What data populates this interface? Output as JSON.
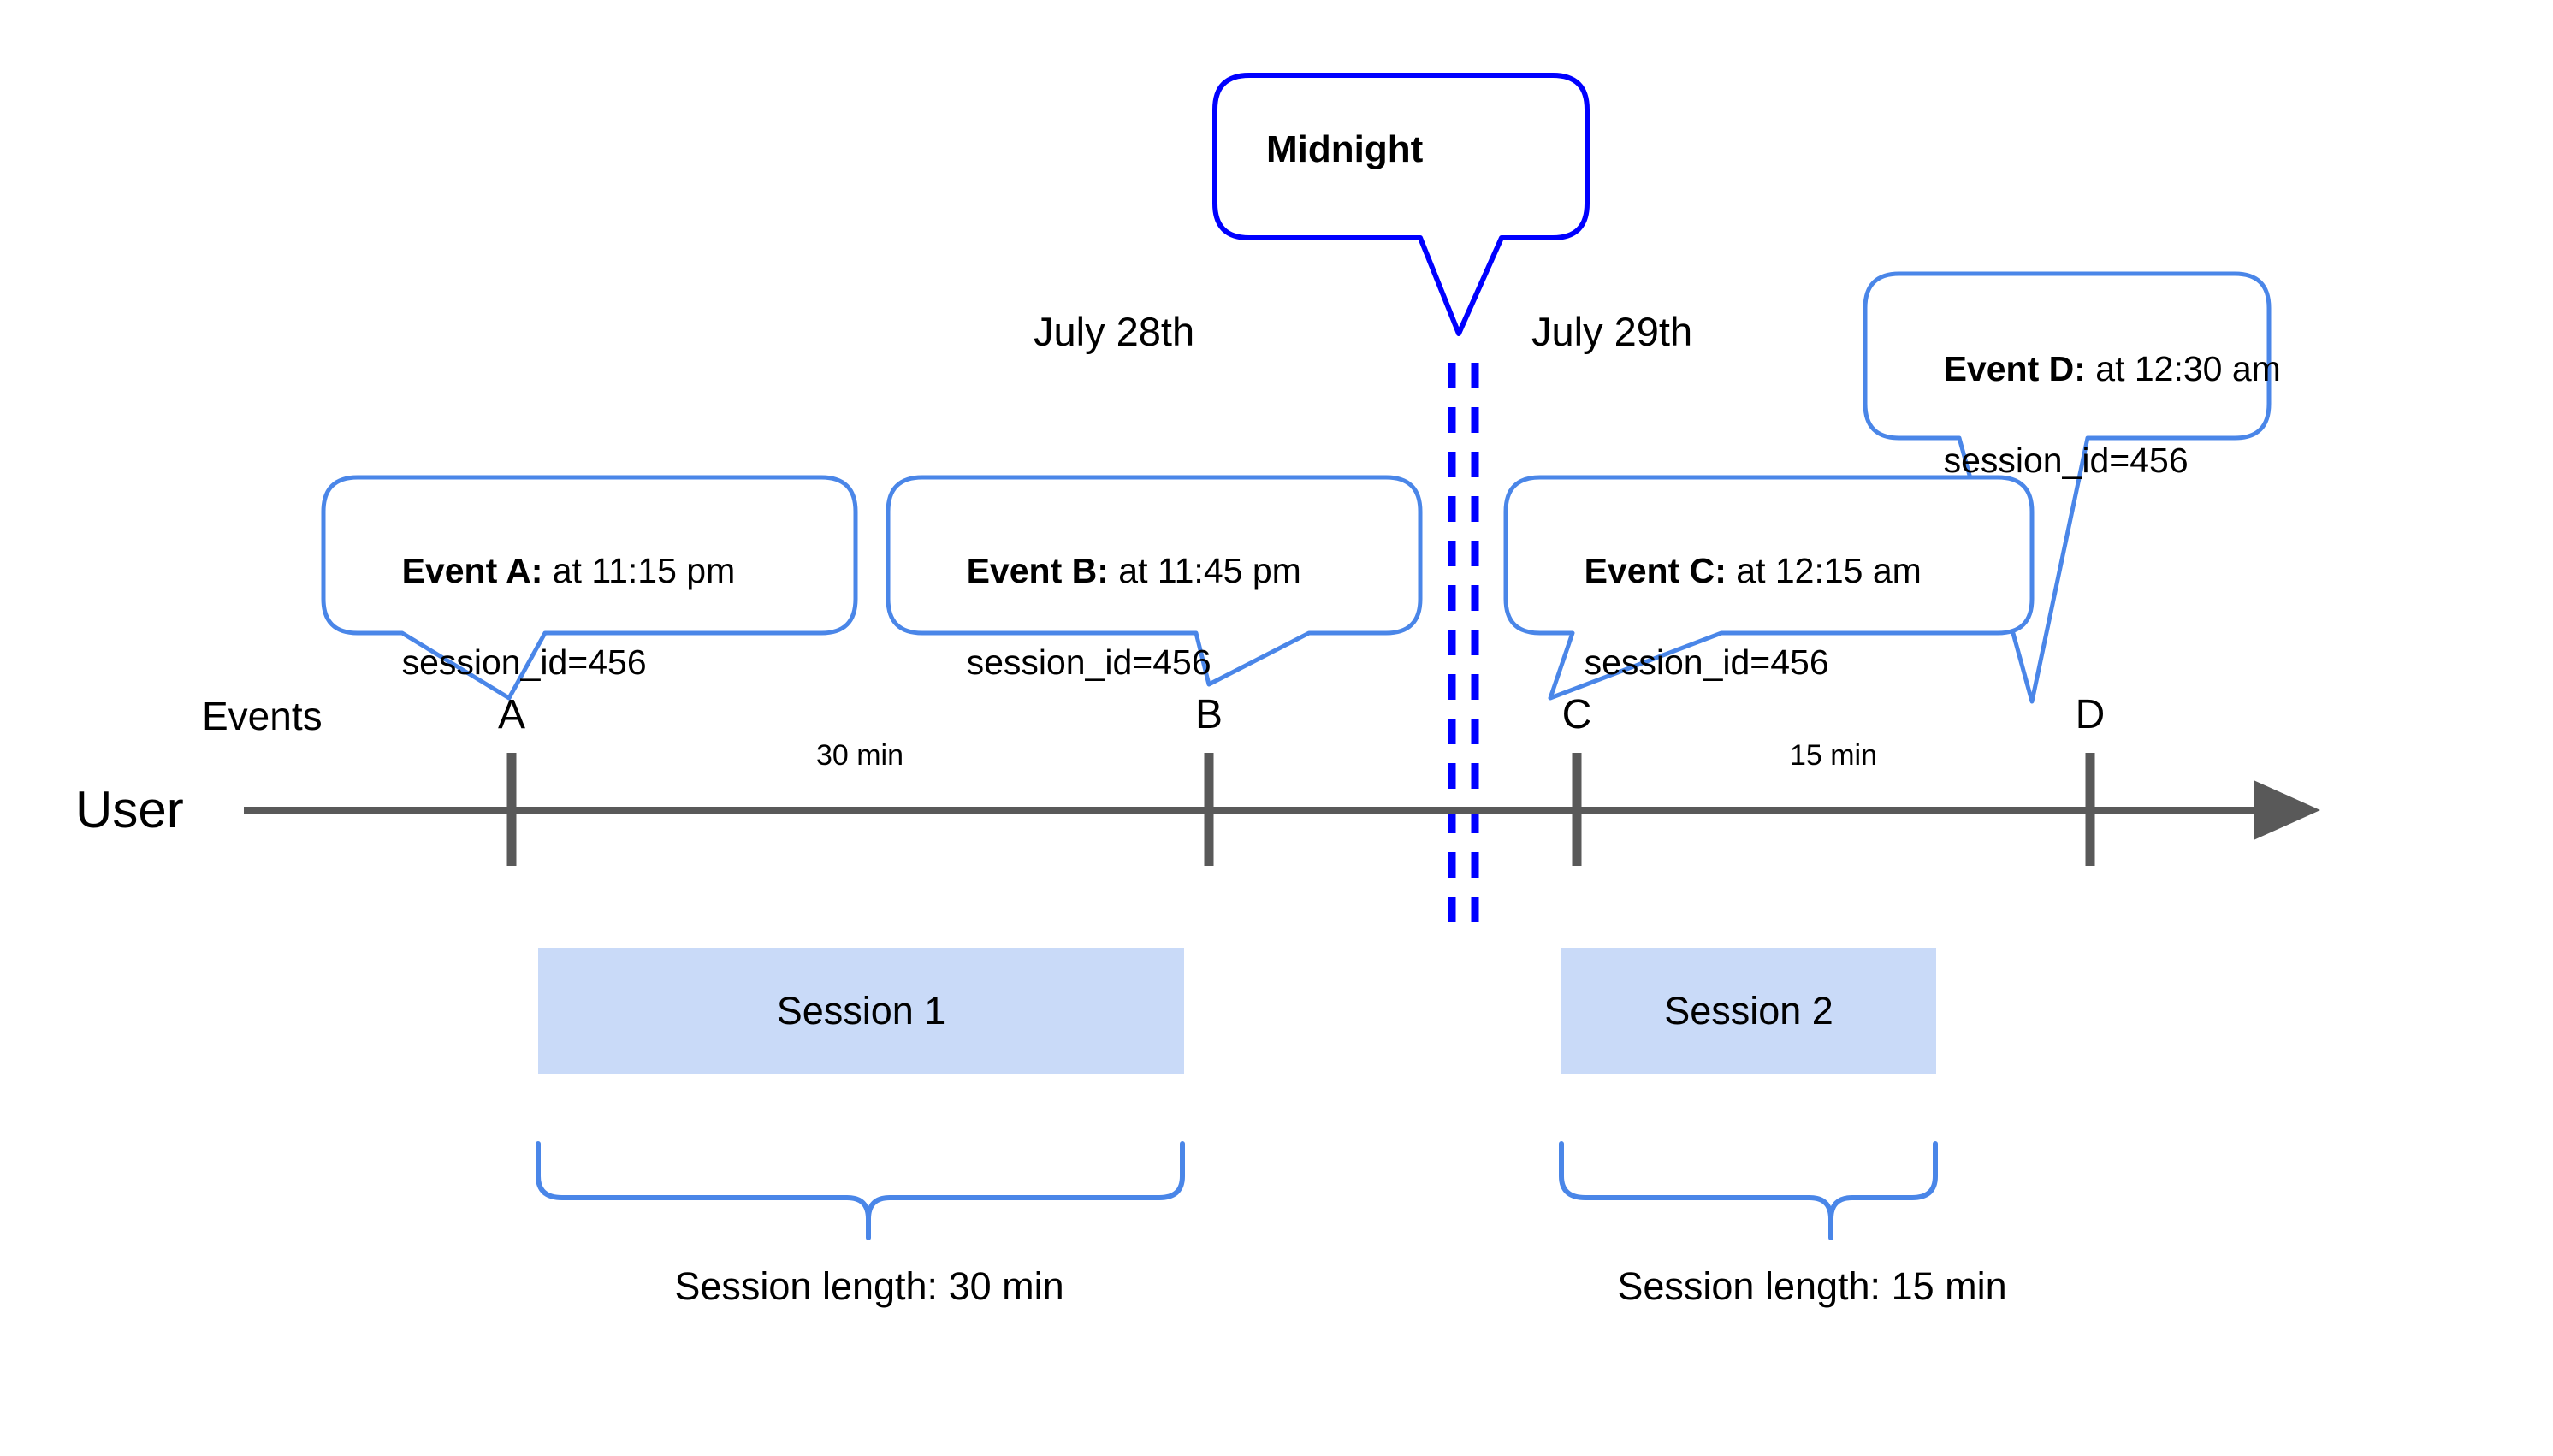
{
  "diagram": {
    "title_callout": {
      "label": "Midnight"
    },
    "dates": [
      {
        "label": "July 28th"
      },
      {
        "label": "July 29th"
      }
    ],
    "row_labels": {
      "events": "Events",
      "user": "User"
    },
    "events": [
      {
        "tick": "A",
        "bold": "Event A:",
        "rest": " at 11:15 pm",
        "line2": "session_id=456"
      },
      {
        "tick": "B",
        "bold": "Event B:",
        "rest": " at 11:45 pm",
        "line2": "session_id=456"
      },
      {
        "tick": "C",
        "bold": "Event C:",
        "rest": " at 12:15 am",
        "line2": "session_id=456"
      },
      {
        "tick": "D",
        "bold": "Event D:",
        "rest": " at 12:30 am",
        "line2": "session_id=456"
      }
    ],
    "gaps": [
      {
        "label": "30 min"
      },
      {
        "label": "15 min"
      }
    ],
    "sessions": [
      {
        "name": "Session 1",
        "length_label": "Session length: 30 min"
      },
      {
        "name": "Session 2",
        "length_label": "Session length: 15 min"
      }
    ],
    "colors": {
      "callout_border": "#4a86e8",
      "midnight_border": "#0000ff",
      "midnight_dash": "#0000ff",
      "axis": "#595959",
      "session_fill": "#c9daf8",
      "brace": "#4a86e8",
      "text": "#000000",
      "background": "#ffffff"
    }
  }
}
